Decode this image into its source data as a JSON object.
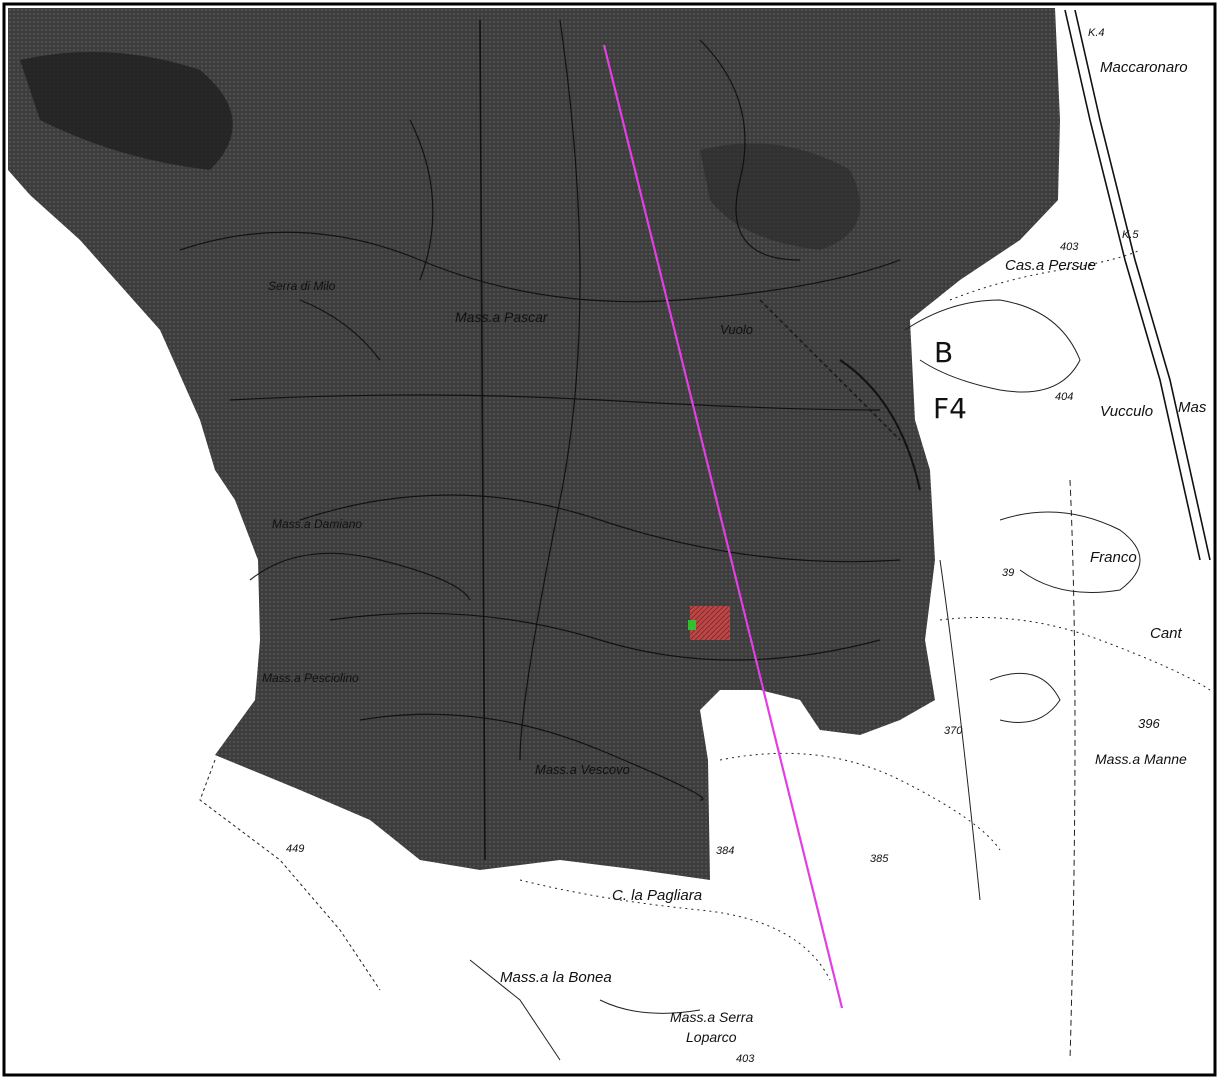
{
  "map": {
    "labels": {
      "maccaronaro": "Maccaronaro",
      "k4": "K.4",
      "k5": "K.5",
      "casa_persue": "Cas.a Persue",
      "v403": "403",
      "b_mark": "B",
      "f4_mark": "F4",
      "v404": "404",
      "vucculo": "Vucculo",
      "mas_right": "Mas",
      "franco": "Franco",
      "v39": "39",
      "cant": "Cant",
      "v396": "396",
      "mass_manne": "Mass.a Manne",
      "v370": "370",
      "v384": "384",
      "v385": "385",
      "c_pagliara": "C. la Pagliara",
      "mass_bonea": "Mass.a la Bonea",
      "mass_serra": "Mass.a Serra",
      "loparco": "Loparco",
      "v403b": "403",
      "v449": "449",
      "mass_pascar": "Mass.a Pascar",
      "mass_vescovo": "Mass.a Vescovo",
      "serra_milo": "Serra di Milo",
      "mass_damiano": "Mass.a Damiano",
      "pesciolino": "Mass.a Pesciolino",
      "vuolo": "Vuolo"
    },
    "colors": {
      "shaded": "#3d3d3d",
      "profile_line": "#e040e0",
      "site_fill": "#c84848",
      "site_marker": "#30c030"
    }
  }
}
